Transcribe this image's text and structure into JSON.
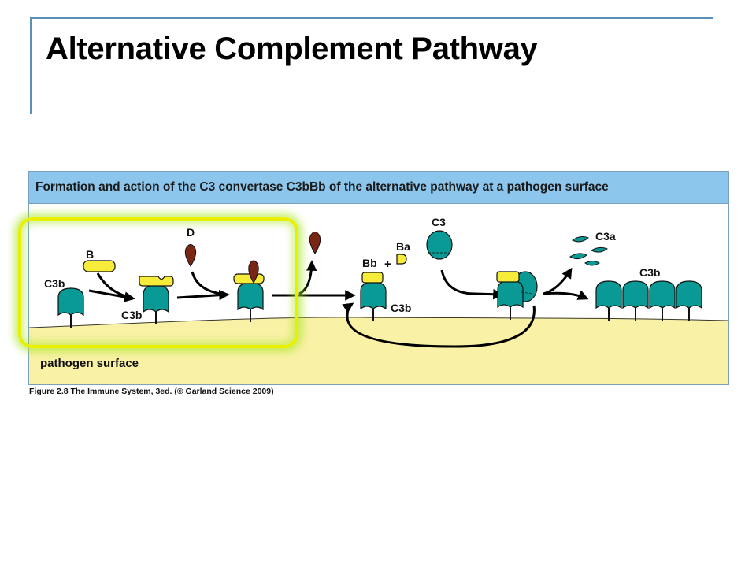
{
  "slide": {
    "title": "Alternative Complement Pathway"
  },
  "figure": {
    "header": "Formation and action of the C3 convertase C3bBb of the alternative pathway at a pathogen surface",
    "caption": "Figure 2.8 The Immune System, 3ed. (© Garland Science 2009)",
    "labels": {
      "c3b_left": "C3b",
      "b": "B",
      "c3b_step2": "C3b",
      "d": "D",
      "bb": "Bb",
      "plus": "+",
      "ba": "Ba",
      "c3b_convertase": "C3b",
      "c3": "C3",
      "c3a": "C3a",
      "c3b_right": "C3b",
      "surface": "pathogen surface"
    }
  },
  "colors": {
    "teal": "#0a9a96",
    "yellow": "#f7ec3a",
    "brown": "#7a2614",
    "surface": "#f9f1a5",
    "header": "#8cc6ec",
    "highlight": "#e8f000"
  }
}
